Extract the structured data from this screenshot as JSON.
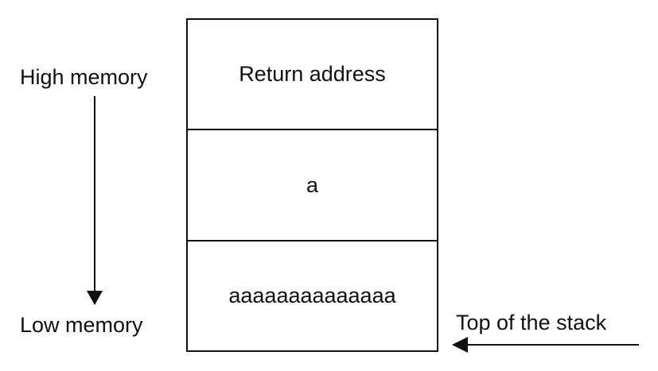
{
  "labels": {
    "high_memory": "High memory",
    "low_memory": "Low memory",
    "top_of_stack": "Top of the stack"
  },
  "stack": {
    "cells": [
      {
        "text": "Return address"
      },
      {
        "text": "a"
      },
      {
        "text": "aaaaaaaaaaaaaa"
      }
    ]
  },
  "colors": {
    "line": "#111111",
    "background": "#ffffff"
  }
}
